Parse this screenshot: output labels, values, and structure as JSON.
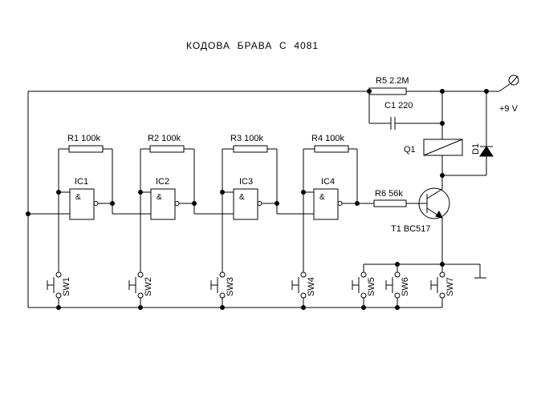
{
  "title": "КОДОВА  БРАВА  С  4081",
  "supply_label": "+9 V",
  "ground_symbol": "ground",
  "resistors": {
    "r1": "R1 100k",
    "r2": "R2 100k",
    "r3": "R3 100k",
    "r4": "R4 100k",
    "r5": "R5 2.2M",
    "r6": "R6 56k"
  },
  "capacitor": "C1 220",
  "gates": {
    "ic1": "IC1",
    "ic2": "IC2",
    "ic3": "IC3",
    "ic4": "IC4",
    "symbol": "&"
  },
  "relay": "Q1",
  "diode": "D1",
  "transistor": "T1 BC517",
  "switches": [
    "SW1",
    "SW2",
    "SW3",
    "SW4",
    "SW5",
    "SW6",
    "SW7"
  ]
}
